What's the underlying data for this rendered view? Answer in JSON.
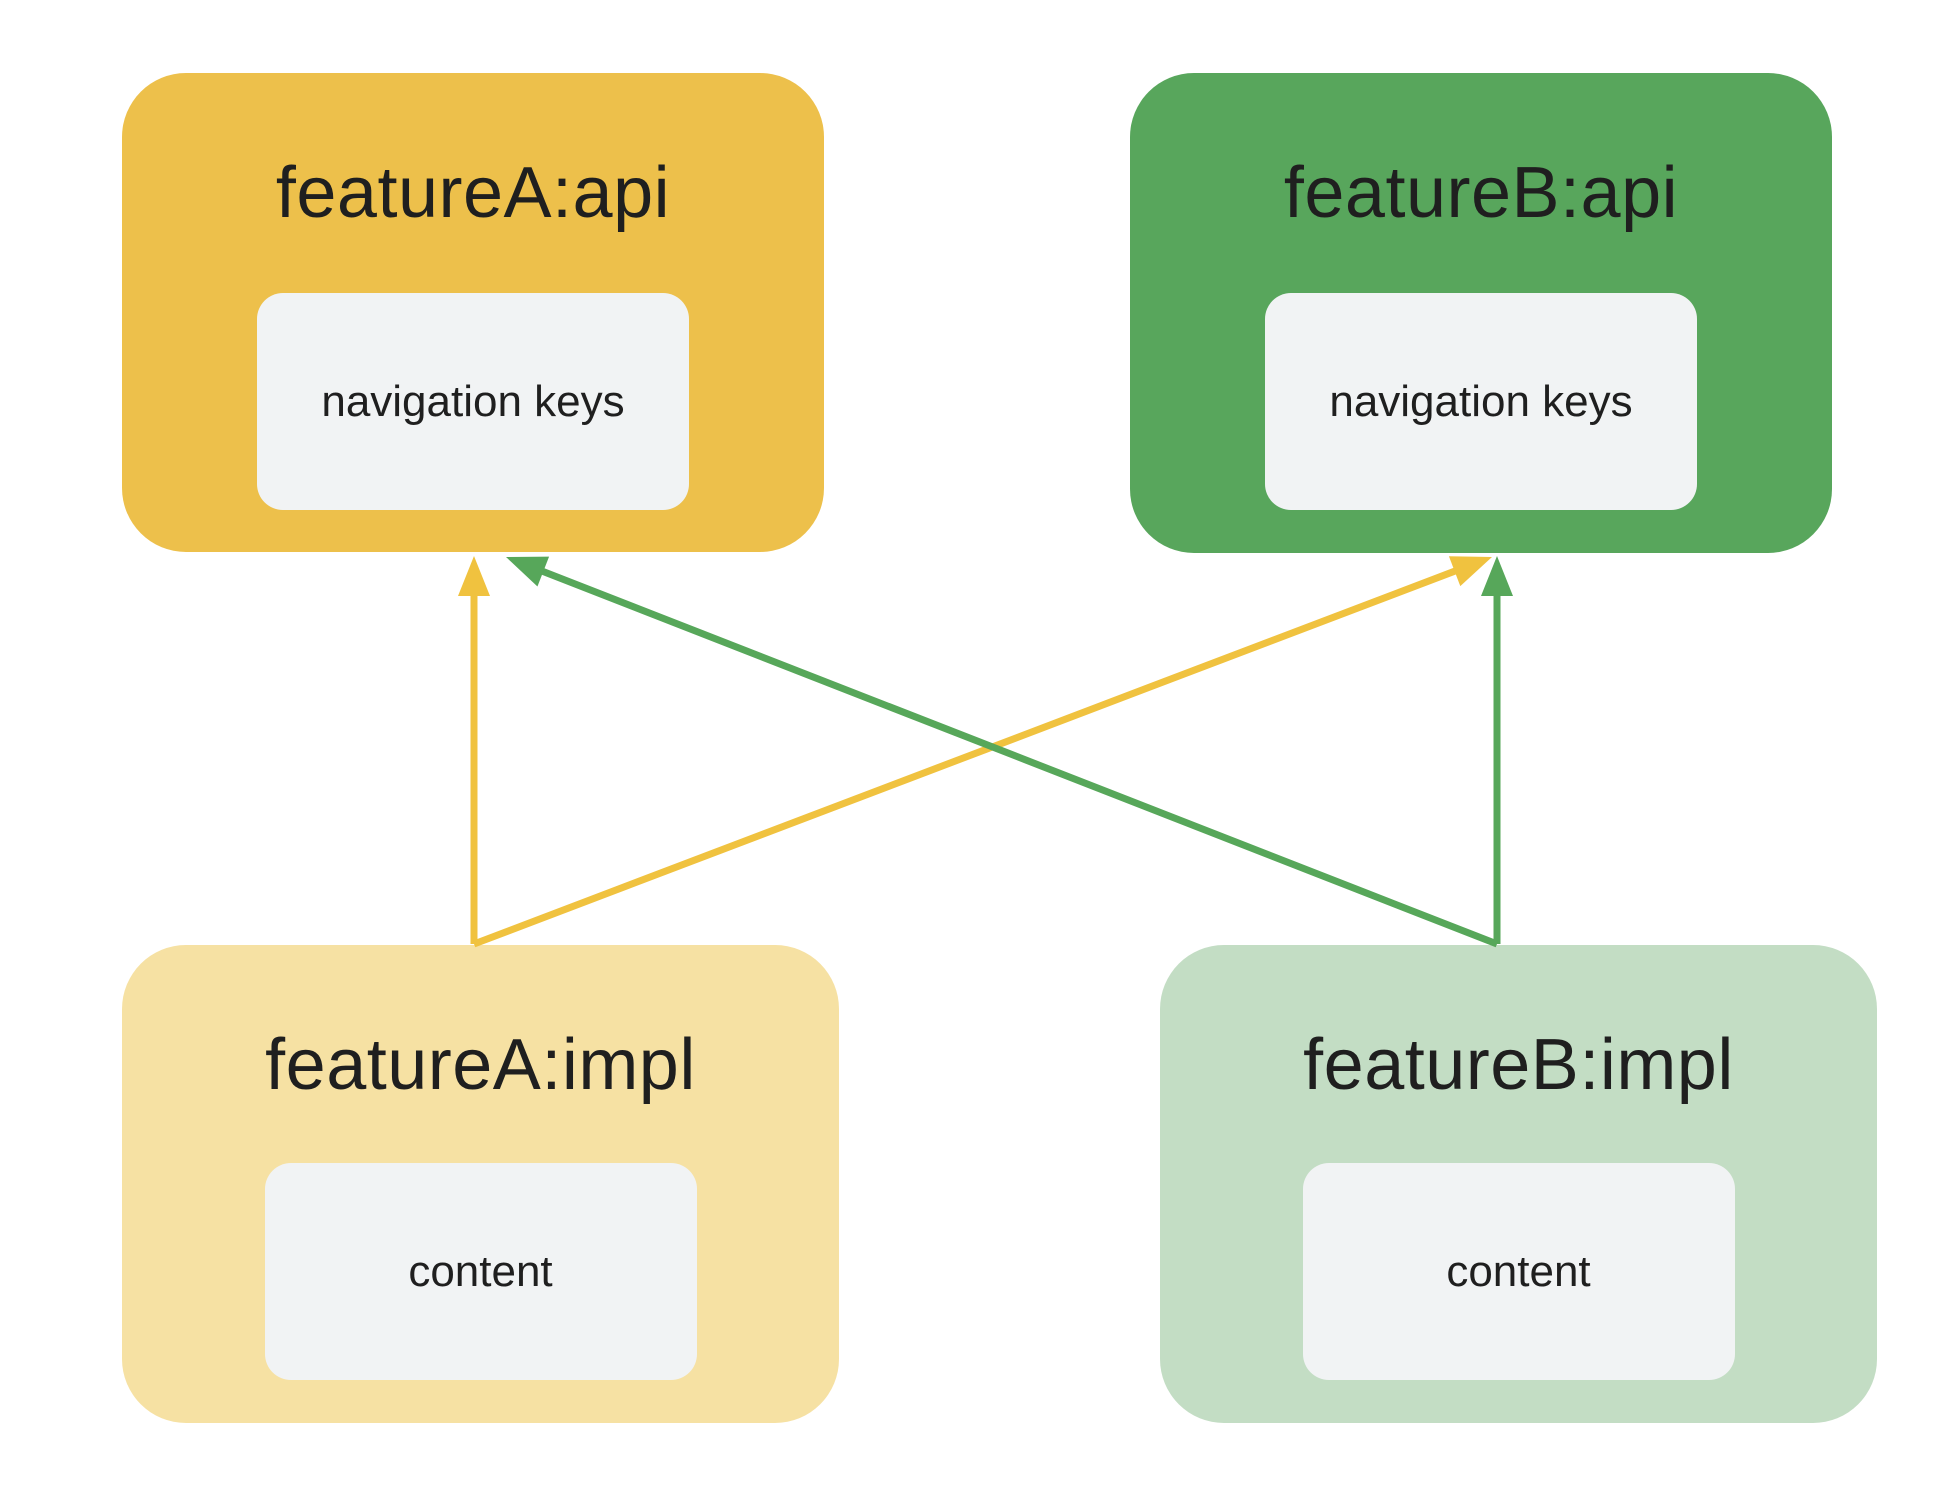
{
  "diagram": {
    "modules": [
      {
        "id": "featureA-api",
        "title": "featureA:api",
        "inner_label": "navigation keys",
        "variant": "api",
        "color_key": "gold"
      },
      {
        "id": "featureB-api",
        "title": "featureB:api",
        "inner_label": "navigation keys",
        "variant": "api",
        "color_key": "green"
      },
      {
        "id": "featureA-impl",
        "title": "featureA:impl",
        "inner_label": "content",
        "variant": "impl",
        "color_key": "gold_light"
      },
      {
        "id": "featureB-impl",
        "title": "featureB:impl",
        "inner_label": "content",
        "variant": "impl",
        "color_key": "green_light"
      }
    ],
    "edges": [
      {
        "from": "featureA:impl",
        "to": "featureA:api",
        "color_key": "arrow_gold"
      },
      {
        "from": "featureA:impl",
        "to": "featureB:api",
        "color_key": "arrow_gold"
      },
      {
        "from": "featureB:impl",
        "to": "featureB:api",
        "color_key": "arrow_green"
      },
      {
        "from": "featureB:impl",
        "to": "featureA:api",
        "color_key": "arrow_green"
      }
    ],
    "colors": {
      "gold": "#EDC04B",
      "green": "#58A65C",
      "gold_light": "#F6E1A3",
      "green_light": "#C3DDC4",
      "inner_gray": "#F1F3F4",
      "text": "#1F1F1F",
      "arrow_gold": "#F0C23F",
      "arrow_green": "#57A75A",
      "background": "#FFFFFF"
    }
  }
}
